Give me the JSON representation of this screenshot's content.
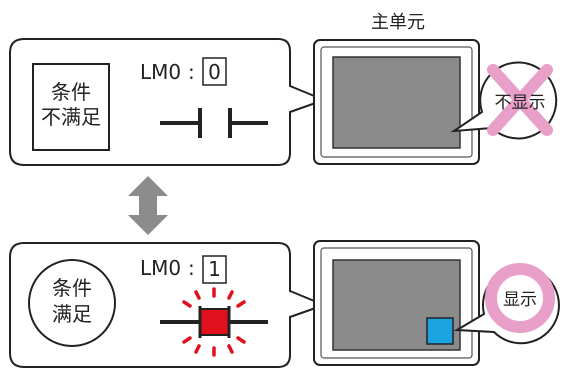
{
  "title": "主单元",
  "top": {
    "condition_label_1": "条件",
    "condition_label_2": "不满足",
    "register_name": "LM0",
    "colon": ":",
    "register_value": "0",
    "result_text": "不显示"
  },
  "bottom": {
    "condition_label_1": "条件",
    "condition_label_2": "满足",
    "register_name": "LM0",
    "colon": ":",
    "register_value": "1",
    "result_text": "显示"
  },
  "colors": {
    "stroke": "#222222",
    "screen_fill": "#8a8a8a",
    "arrow": "#8c8c8c",
    "cross": "#e8a0c8",
    "ring": "#e8a0c8",
    "coil_red": "#e0101c",
    "highlight_red": "#e0101c",
    "blue_part": "#1aa4e0"
  }
}
